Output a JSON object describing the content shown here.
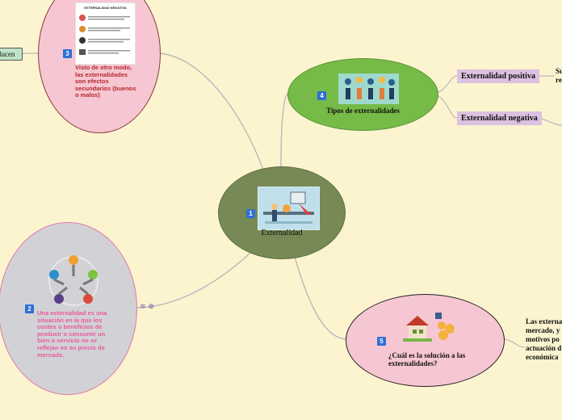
{
  "central": {
    "num": "1",
    "title": "Externalidad"
  },
  "node3": {
    "num": "3",
    "text": "Visto de otro modo, las externalidades son efectos secundarios (buenos o malos)",
    "card_title": "EXTERNALIDAD NEGATIVA"
  },
  "node4": {
    "num": "4",
    "title": "Tipos de externalidades"
  },
  "node2": {
    "num": "2",
    "text": "Una externalidad es una situación en la que los costes o beneficios de producir o consumir un bien o servicio no se reflejan en su precio de mercado.",
    "icons": "≡ ⊕"
  },
  "node5": {
    "num": "5",
    "title": "¿Cuál es la solución a las externalidades?"
  },
  "left_tag": "lucen",
  "pos_label": "Externalidad positiva",
  "neg_label": "Externalidad negativa",
  "pos_cut": [
    "Su",
    "re"
  ],
  "sol_cut": [
    "Las externa",
    "mercado, y",
    "motivos po",
    "actuación d",
    "económica"
  ],
  "colors": {
    "background": "#fbf4cf",
    "central": "#778a55",
    "node3": "#f7c6d3",
    "node4": "#76bb47",
    "node2": "#d2d2d6",
    "node5": "#f7c6d3",
    "label": "#dcc1e0",
    "link": "#b9b9b9"
  }
}
